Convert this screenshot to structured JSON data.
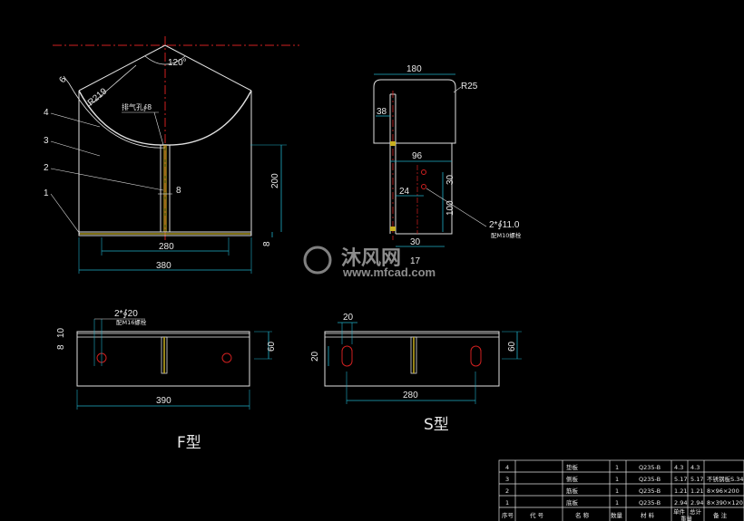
{
  "front_view": {
    "dims": {
      "angle": "120°",
      "radius": "R219",
      "width_total": "380",
      "hole_spacing": "280",
      "height": "200",
      "base_thk": "8",
      "web_thk": "8",
      "left_small": "6"
    },
    "vent_note": "排气孔∮8",
    "part_labels": [
      "4",
      "3",
      "2",
      "1"
    ]
  },
  "side_view": {
    "dims": {
      "top_width": "180",
      "radius": "R25",
      "plate_thk": "38",
      "width_96": "96",
      "dim_30a": "30",
      "dim_100": "100",
      "dim_24": "24",
      "dim_30b": "30",
      "dim_17": "17"
    },
    "hole_note": "2*∮11.0",
    "hole_sub": "配M10螺栓"
  },
  "plan_f": {
    "hole_note": "2*∮20",
    "hole_sub": "配M16螺栓",
    "dim_10": "10",
    "dim_8": "8",
    "dim_60": "60",
    "width": "390",
    "type_label": "F型"
  },
  "plan_s": {
    "dim_20_top": "20",
    "dim_20_side": "20",
    "dim_60": "60",
    "width": "280",
    "type_label": "S型"
  },
  "watermark": {
    "cn": "沐风网",
    "url": "www.mfcad.com"
  },
  "bom": {
    "rows": [
      {
        "no": "4",
        "name": "垫板",
        "qty": "1",
        "mat": "Q235-B",
        "w1": "4.3",
        "w2": "4.3",
        "note": ""
      },
      {
        "no": "3",
        "name": "侧板",
        "qty": "1",
        "mat": "Q235-B",
        "w1": "5.17",
        "w2": "5.17",
        "note": "不锈钢板S.34"
      },
      {
        "no": "2",
        "name": "筋板",
        "qty": "1",
        "mat": "Q235-B",
        "w1": "1.21",
        "w2": "1.21",
        "note": "8×96×200"
      },
      {
        "no": "1",
        "name": "底板",
        "qty": "1",
        "mat": "Q235-B",
        "w1": "2.94",
        "w2": "2.94",
        "note": "8×390×120"
      }
    ],
    "header": {
      "no": "序号",
      "code": "代 号",
      "name": "名 称",
      "qty": "数量",
      "mat": "材 料",
      "w1": "单件",
      "w2": "总计",
      "weight": "重量",
      "note": "备 注"
    }
  }
}
